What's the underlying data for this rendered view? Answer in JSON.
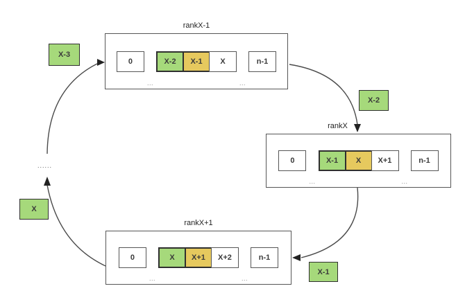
{
  "ranks": [
    {
      "label": "rankX-1",
      "cells": [
        {
          "label": "0"
        },
        {
          "label": "..."
        },
        {
          "label": "X-2"
        },
        {
          "label": "X-1"
        },
        {
          "label": "X"
        },
        {
          "label": "..."
        },
        {
          "label": "n-1"
        }
      ]
    },
    {
      "label": "rankX",
      "cells": [
        {
          "label": "0"
        },
        {
          "label": "..."
        },
        {
          "label": "X-1"
        },
        {
          "label": "X"
        },
        {
          "label": "X+1"
        },
        {
          "label": "..."
        },
        {
          "label": "n-1"
        }
      ]
    },
    {
      "label": "rankX+1",
      "cells": [
        {
          "label": "0"
        },
        {
          "label": "..."
        },
        {
          "label": "X"
        },
        {
          "label": "X+1"
        },
        {
          "label": "X+2"
        },
        {
          "label": "..."
        },
        {
          "label": "n-1"
        }
      ]
    }
  ],
  "chunks": [
    {
      "label": "X-3"
    },
    {
      "label": "X-2"
    },
    {
      "label": "X-1"
    },
    {
      "label": "X"
    }
  ],
  "left_ellipsis": "......",
  "colors": {
    "green": "#a6d97b",
    "yellow": "#e6c95e",
    "cell_border": "#2f2f2f",
    "box_border": "#555555",
    "arrow": "#4a4a4a",
    "text": "#333333"
  }
}
